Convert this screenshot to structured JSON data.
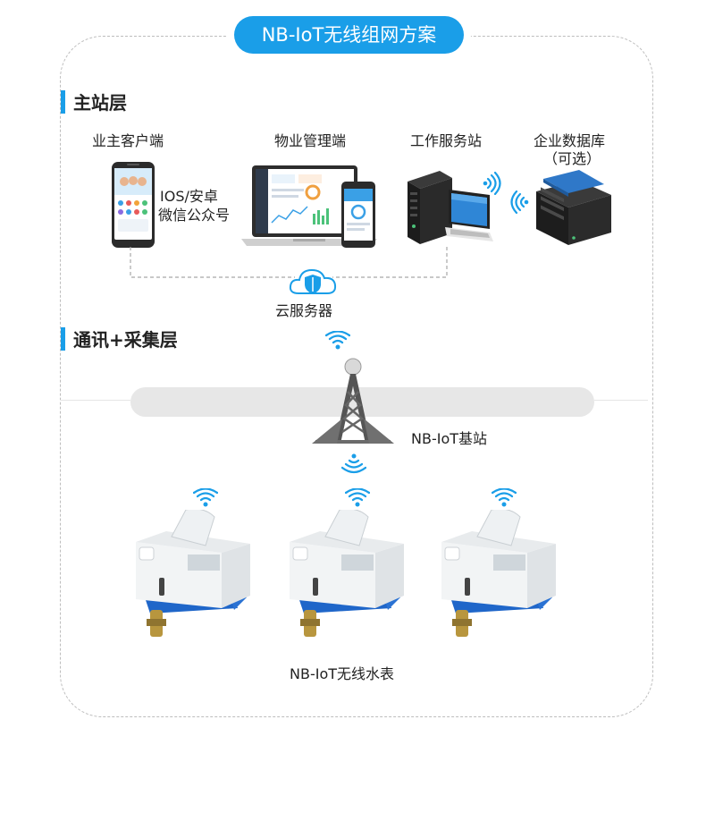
{
  "title": "NB-IoT无线组网方案",
  "layers": {
    "master": "主站层",
    "comm": "通讯+采集层"
  },
  "nodes": {
    "owner_client": "业主客户端",
    "owner_sub1": "IOS/安卓",
    "owner_sub2": "微信公众号",
    "property": "物业管理端",
    "workstation": "工作服务站",
    "database": "企业数据库",
    "database_note": "（可选）",
    "cloud": "云服务器",
    "base_station": "NB-IoT基站",
    "water_meters": "NB-IoT无线水表"
  },
  "colors": {
    "accent": "#1a9ee8",
    "meter_body": "#1f66c9",
    "meter_cover": "#eef1f3"
  },
  "icons": [
    "wifi-icon",
    "cloud-shield-icon",
    "antenna-tower-icon",
    "server-icon",
    "laptop-icon",
    "database-icon",
    "phone-icon",
    "monitor-icon"
  ]
}
